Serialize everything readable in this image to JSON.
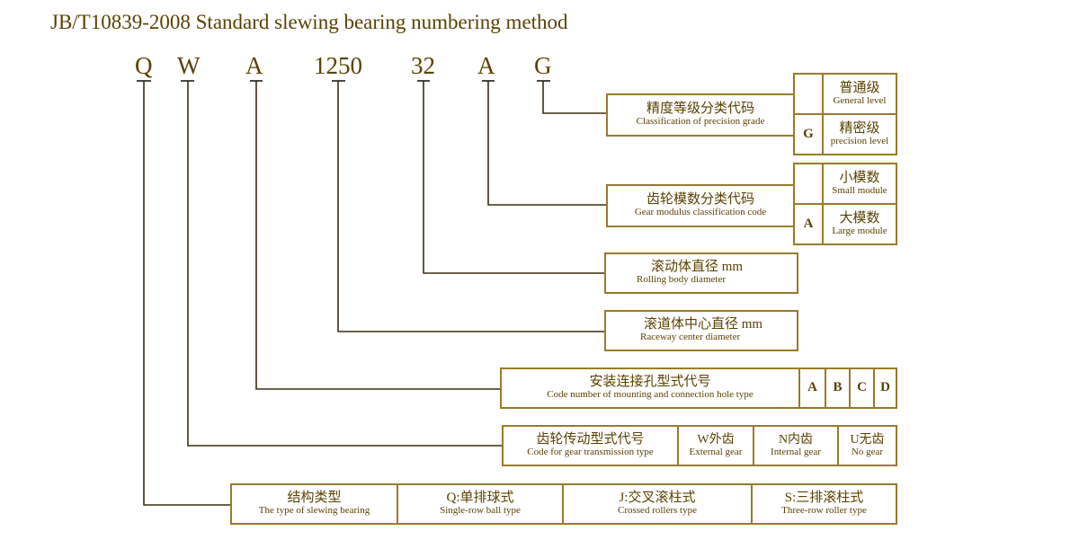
{
  "title": "JB/T10839-2008 Standard slewing bearing numbering method",
  "code_letters": [
    "Q",
    "W",
    "A",
    "1250",
    "32",
    "A",
    "G"
  ],
  "precision": {
    "label_zh": "精度等级分类代码",
    "label_en": "Classification of precision grade",
    "options": [
      {
        "code": "",
        "zh": "普通级",
        "en": "General level"
      },
      {
        "code": "G",
        "zh": "精密级",
        "en": "precision level"
      }
    ]
  },
  "gear_modulus": {
    "label_zh": "齿轮模数分类代码",
    "label_en": "Gear modulus classification code",
    "options": [
      {
        "code": "",
        "zh": "小模数",
        "en": "Small module"
      },
      {
        "code": "A",
        "zh": "大模数",
        "en": "Large module"
      }
    ]
  },
  "rolling_body": {
    "label_zh": "滚动体直径 mm",
    "label_en": "Rolling body diameter"
  },
  "raceway": {
    "label_zh": "滚道体中心直径 mm",
    "label_en": "Raceway center diameter"
  },
  "mounting": {
    "label_zh": "安装连接孔型式代号",
    "label_en": "Code number of mounting and connection hole type",
    "options": [
      "A",
      "B",
      "C",
      "D"
    ]
  },
  "gear_transmission": {
    "label_zh": "齿轮传动型式代号",
    "label_en": "Code for gear transmission type",
    "options": [
      {
        "zh": "W外齿",
        "en": "External gear"
      },
      {
        "zh": "N内齿",
        "en": "Internal  gear"
      },
      {
        "zh": "U无齿",
        "en": "No gear"
      }
    ]
  },
  "structure": {
    "label_zh": "结构类型",
    "label_en": "The type of slewing bearing",
    "options": [
      {
        "zh": "Q:单排球式",
        "en": "Single-row ball type"
      },
      {
        "zh": "J:交叉滚柱式",
        "en": "Crossed rollers type"
      },
      {
        "zh": "S:三排滚柱式",
        "en": "Three-row roller type"
      }
    ]
  },
  "colors": {
    "text": "#5a4200",
    "border": "#9a7a2a",
    "line": "#1a1a1a"
  }
}
